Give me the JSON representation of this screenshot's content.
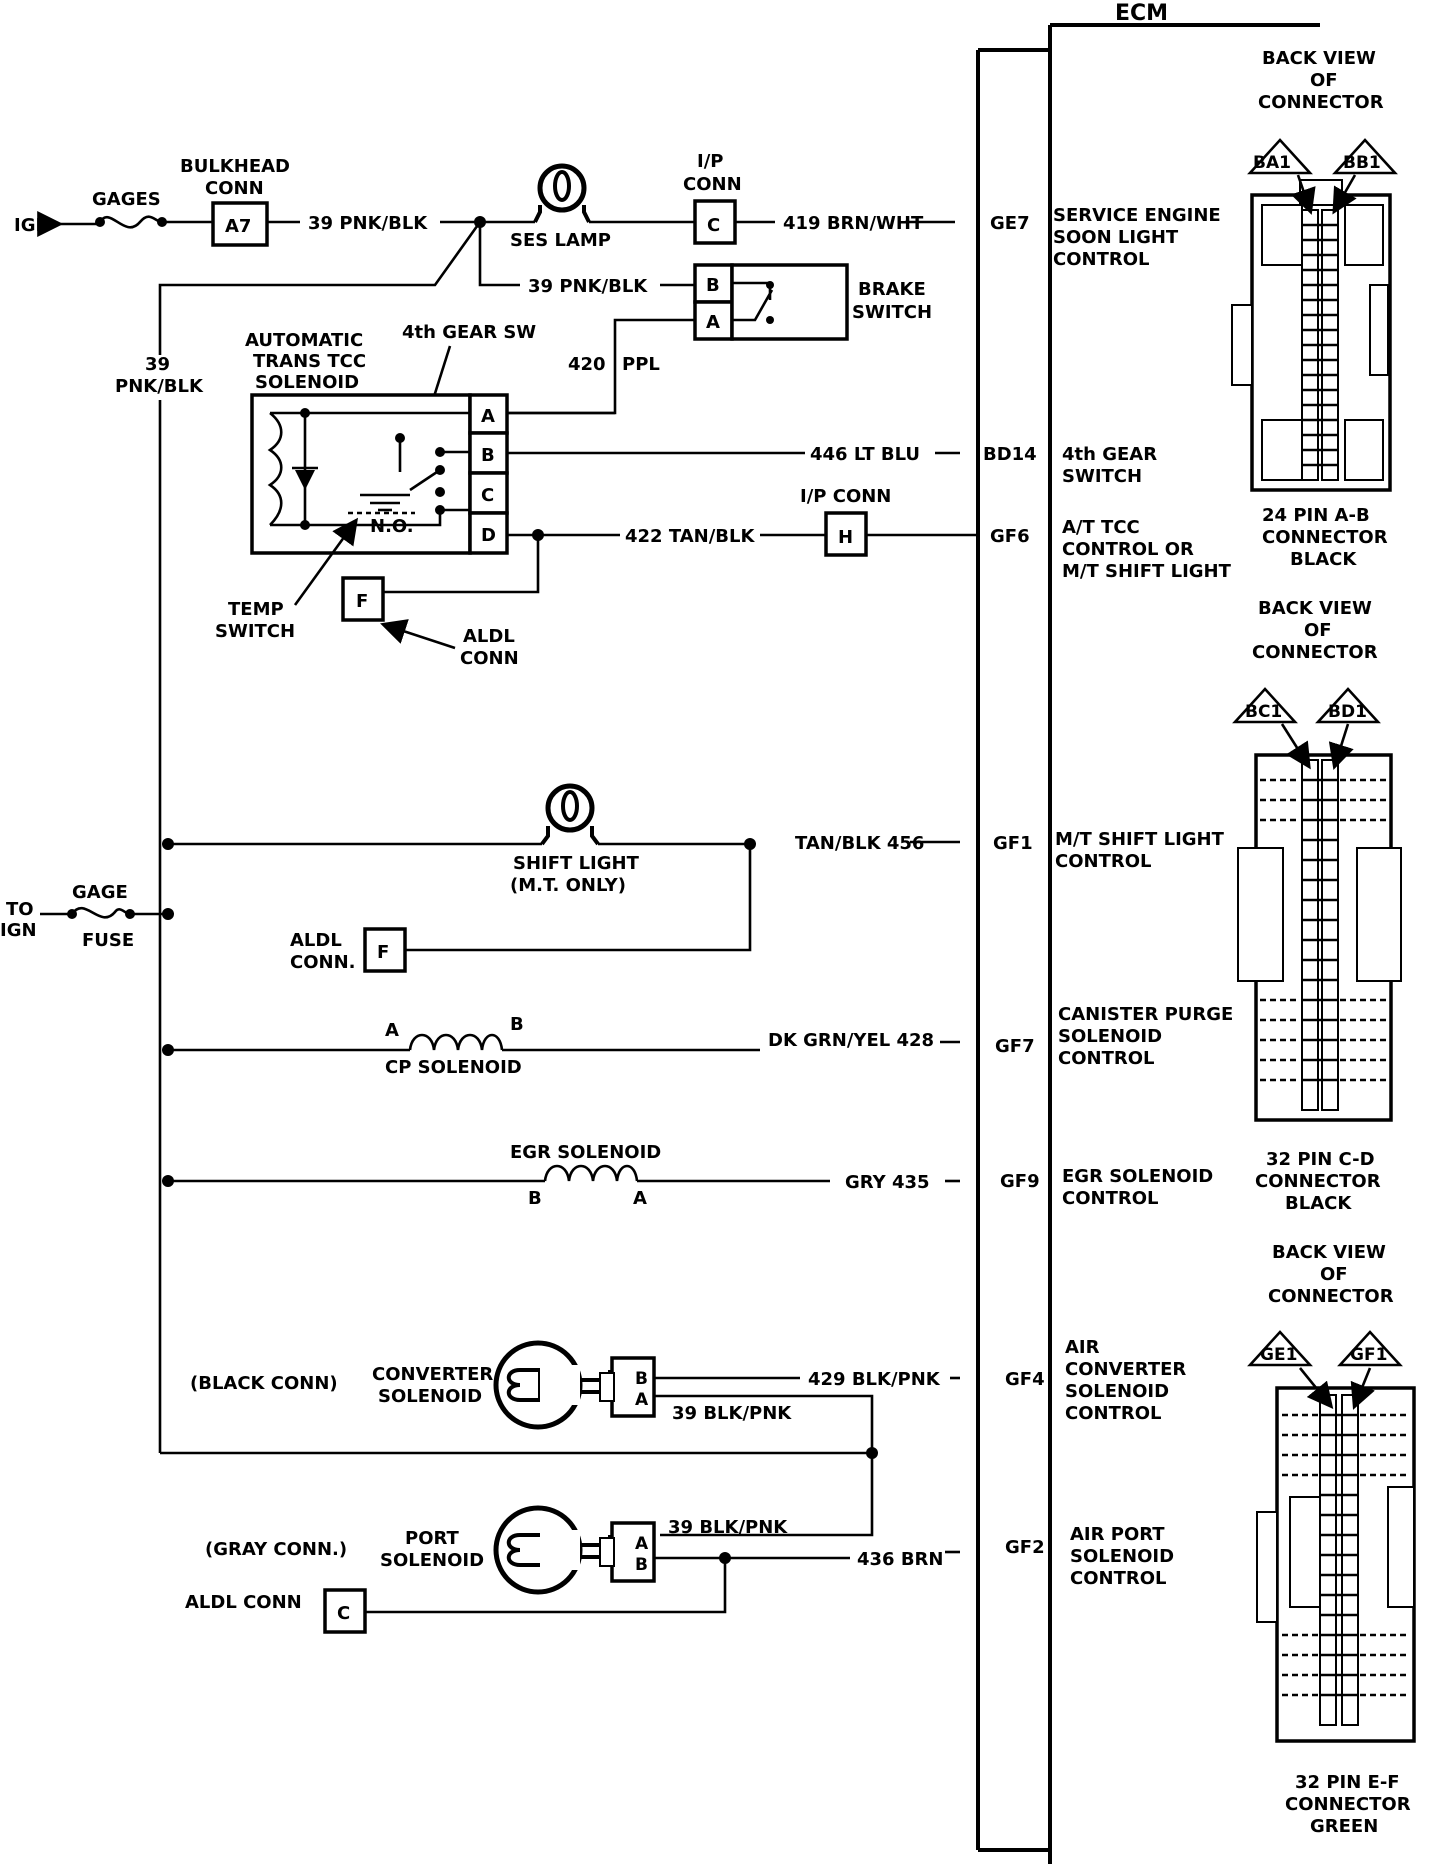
{
  "ecm": {
    "title": "ECM"
  },
  "top": {
    "ign": "IGN",
    "gages": "GAGES",
    "bulkhead": [
      "BULKHEAD",
      "CONN"
    ],
    "a7": "A7",
    "wire39": "39 PNK/BLK",
    "ses_lamp": "SES LAMP",
    "ip_conn": [
      "I/P",
      "CONN"
    ],
    "c": "C",
    "wire419": "419 BRN/WHT",
    "gf7a": "GE7",
    "ses_desc": [
      "SERVICE ENGINE",
      "SOON LIGHT",
      "CONTROL"
    ],
    "wire39b": "39 PNK/BLK",
    "b": "B",
    "a": "A",
    "brake": [
      "BRAKE",
      "SWITCH"
    ],
    "wire420": "420",
    "ppl": "PPL"
  },
  "left": {
    "wire39": [
      "39",
      "PNK/BLK"
    ],
    "to_ign": [
      "TO",
      "IGN"
    ],
    "gage": "GAGE",
    "fuse": "FUSE"
  },
  "tcc": {
    "title": [
      "AUTOMATIC",
      "TRANS TCC",
      "SOLENOID"
    ],
    "gearsw": "4th GEAR SW",
    "pins": [
      "A",
      "B",
      "C",
      "D"
    ],
    "no": "N.O.",
    "temp": [
      "TEMP",
      "SWITCH"
    ],
    "f": "F",
    "aldl": [
      "ALDL",
      "CONN"
    ],
    "wire446": "446 LT BLU",
    "bd14": "BD14",
    "gear_desc": [
      "4th GEAR",
      "SWITCH"
    ],
    "ipconn": "I/P CONN",
    "h": "H",
    "wire422": "422 TAN/BLK",
    "gf6": "GF6",
    "gf6_desc": [
      "A/T TCC",
      "CONTROL OR",
      "M/T SHIFT LIGHT"
    ]
  },
  "shift": {
    "label": [
      "SHIFT LIGHT",
      "(M.T. ONLY)"
    ],
    "wire": "TAN/BLK 456",
    "gf1": "GF1",
    "desc": [
      "M/T SHIFT LIGHT",
      "CONTROL"
    ],
    "aldl": [
      "ALDL",
      "CONN."
    ],
    "f": "F"
  },
  "cp": {
    "a": "A",
    "b": "B",
    "label": "CP SOLENOID",
    "wire": "DK GRN/YEL 428",
    "gf7": "GF7",
    "desc": [
      "CANISTER PURGE",
      "SOLENOID",
      "CONTROL"
    ]
  },
  "egr": {
    "label": "EGR SOLENOID",
    "b": "B",
    "a": "A",
    "wire": "GRY  435",
    "gf9": "GF9",
    "desc": [
      "EGR SOLENOID",
      "CONTROL"
    ]
  },
  "conv": {
    "black": "(BLACK CONN)",
    "label": [
      "CONVERTER",
      "SOLENOID"
    ],
    "b": "B",
    "a": "A",
    "wire429": "429 BLK/PNK",
    "wire39": "39 BLK/PNK",
    "gf4": "GF4",
    "desc": [
      "AIR",
      "CONVERTER",
      "SOLENOID",
      "CONTROL"
    ]
  },
  "port": {
    "gray": "(GRAY CONN.)",
    "label": [
      "PORT",
      "SOLENOID"
    ],
    "a": "A",
    "b": "B",
    "wire39": "39 BLK/PNK",
    "wire436": "436 BRN",
    "gf2": "GF2",
    "desc": [
      "AIR PORT",
      "SOLENOID",
      "CONTROL"
    ],
    "aldl": "ALDL CONN",
    "c": "C"
  },
  "connectors": [
    {
      "back": [
        "BACK VIEW",
        "OF",
        "CONNECTOR"
      ],
      "tri": [
        "BA1",
        "BB1"
      ],
      "name": [
        "24 PIN  A-B",
        "CONNECTOR",
        "BLACK"
      ]
    },
    {
      "back": [
        "BACK VIEW",
        "OF",
        "CONNECTOR"
      ],
      "tri": [
        "BC1",
        "BD1"
      ],
      "name": [
        "32  PIN C-D",
        "CONNECTOR",
        "BLACK"
      ]
    },
    {
      "back": [
        "BACK VIEW",
        "OF",
        "CONNECTOR"
      ],
      "tri": [
        "GE1",
        "GF1"
      ],
      "name": [
        "32 PIN E-F",
        "CONNECTOR",
        "GREEN"
      ]
    }
  ]
}
